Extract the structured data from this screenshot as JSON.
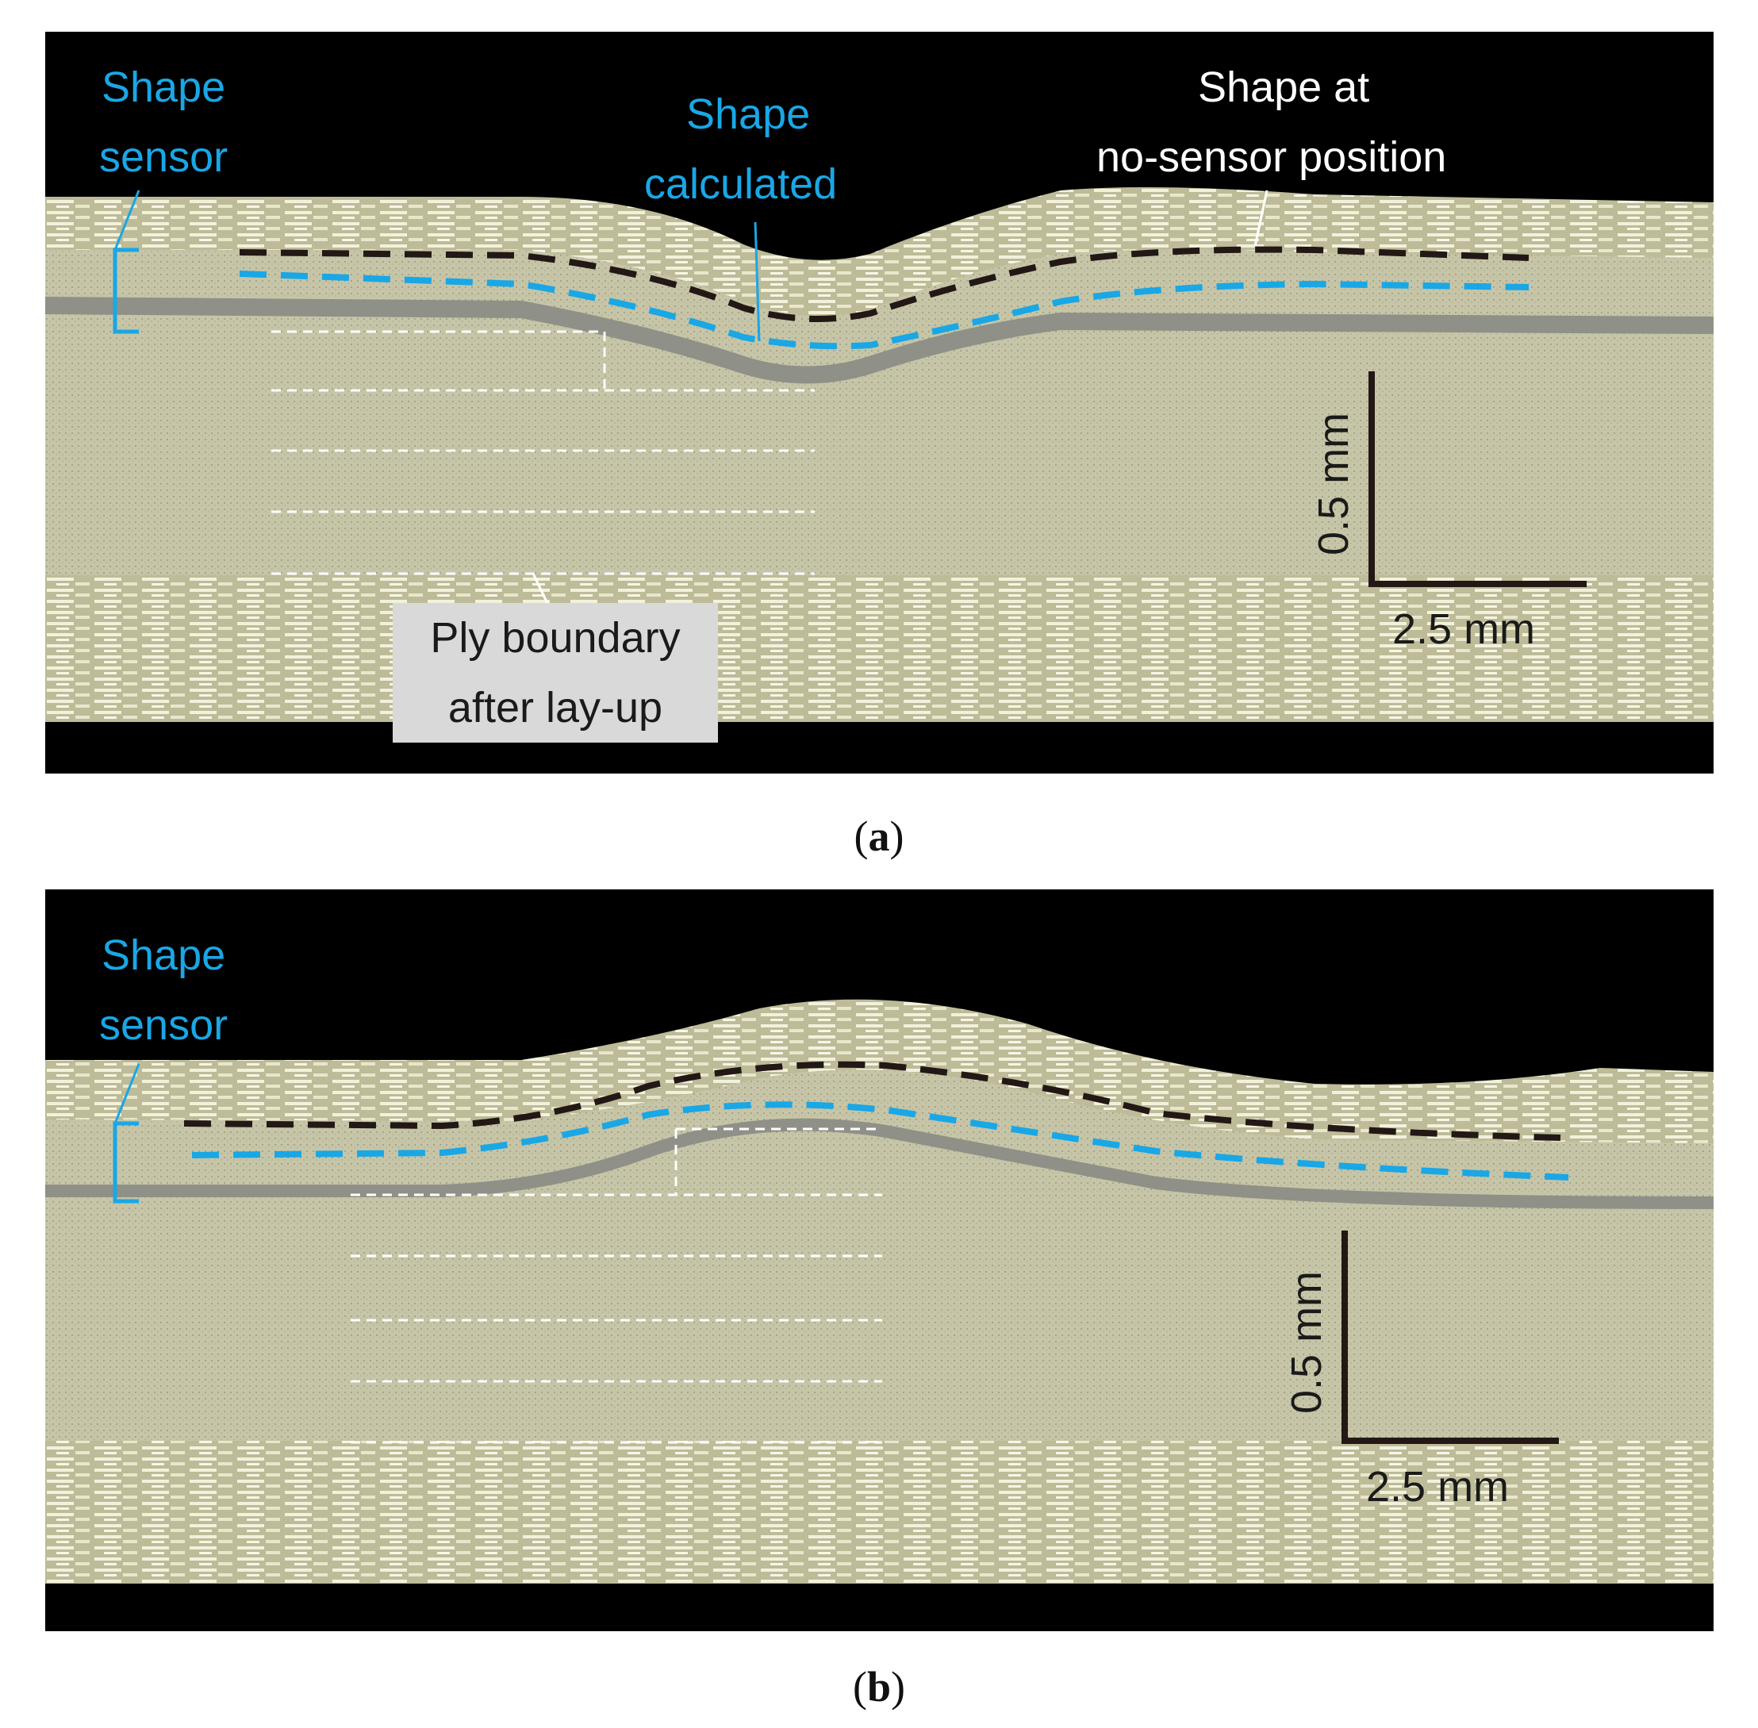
{
  "panel_a": {
    "shape_sensor_line1": "Shape",
    "shape_sensor_line2": "sensor",
    "shape_calc_line1": "Shape",
    "shape_calc_line2": "calculated",
    "no_sensor_line1": "Shape at",
    "no_sensor_line2": "no-sensor position",
    "ply_line1": "Ply boundary",
    "ply_line2": "after lay-up",
    "scale_vertical": "0.5 mm",
    "scale_horizontal": "2.5 mm",
    "caption_open": "(",
    "caption_letter": "a",
    "caption_close": ")"
  },
  "panel_b": {
    "shape_sensor_line1": "Shape",
    "shape_sensor_line2": "sensor",
    "scale_vertical": "0.5 mm",
    "scale_horizontal": "2.5 mm",
    "caption_open": "(",
    "caption_letter": "b",
    "caption_close": ")"
  },
  "colors": {
    "sensor_blue": "#19a7e6",
    "no_sensor_dark": "#231815",
    "laminate": "#c9c8a8",
    "fiber": "#efeed6",
    "background": "#000000"
  }
}
